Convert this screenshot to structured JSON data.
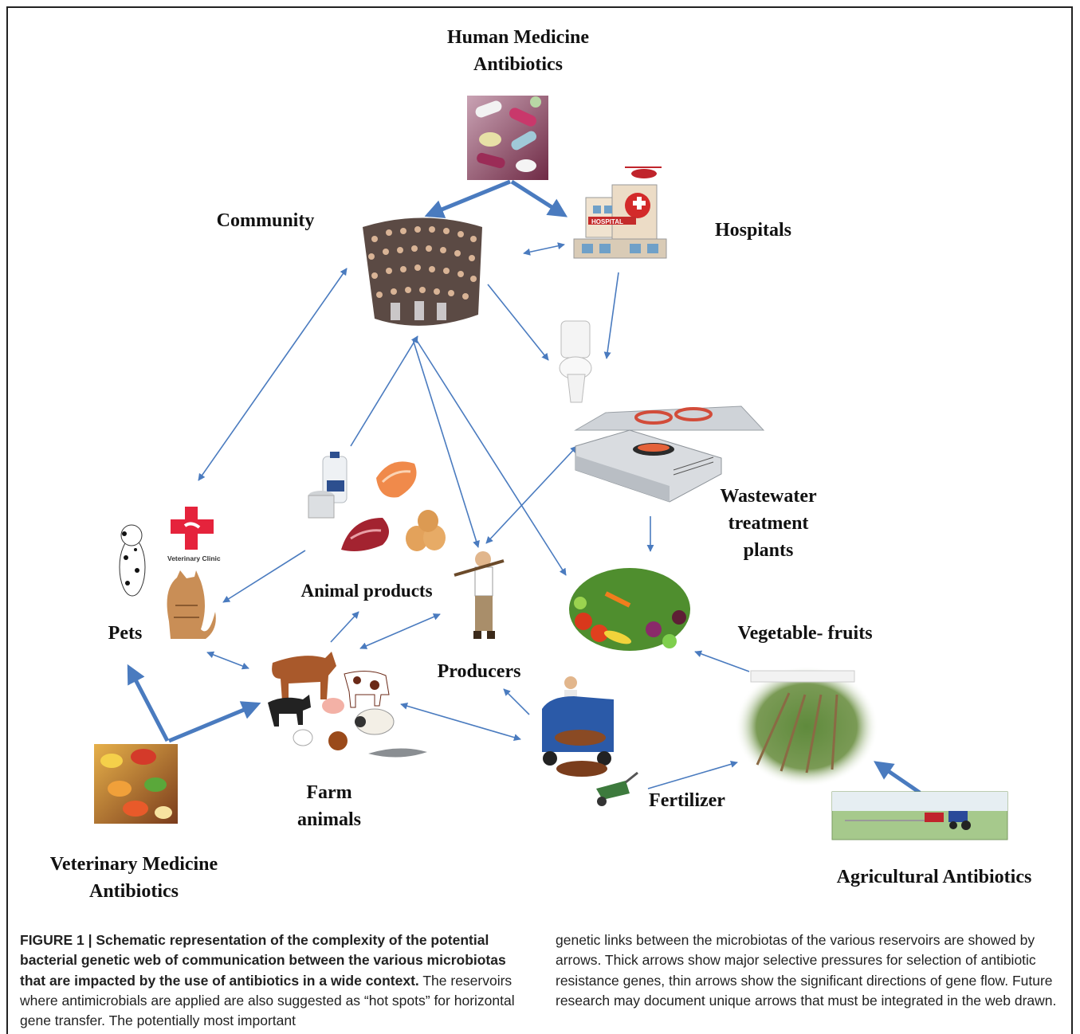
{
  "nodes": {
    "human_medicine": "Human Medicine\nAntibiotics",
    "community": "Community",
    "hospitals": "Hospitals",
    "wastewater": "Wastewater\ntreatment\nplants",
    "animal_products": "Animal products",
    "pets": "Pets",
    "producers": "Producers",
    "vegetable_fruits": "Vegetable- fruits",
    "farm_animals": "Farm\nanimals",
    "fertilizer": "Fertilizer",
    "veterinary_medicine": "Veterinary Medicine\nAntibiotics",
    "agricultural_antibiotics": "Agricultural Antibiotics"
  },
  "picture_text": {
    "vet_clinic_sign": "Veterinary Clinic",
    "hospital_sign": "HOSPITAL"
  },
  "caption": {
    "label": "FIGURE 1 | Schematic representation of the complexity of the potential bacterial genetic web of communication between the various microbiotas that are impacted by the use of antibiotics in a wide context.",
    "text": "The reservoirs where antimicrobials are applied are also suggested as “hot spots” for horizontal gene transfer. The potentially most important genetic links between the microbiotas of the various reservoirs are showed by arrows. Thick arrows show major selective pressures for selection of antibiotic resistance genes, thin arrows show the significant directions of gene flow. Future research may document unique arrows that must be integrated in the web drawn."
  },
  "colors": {
    "arrow": "#4a7bbf",
    "text": "#111111",
    "frame": "#222222"
  }
}
